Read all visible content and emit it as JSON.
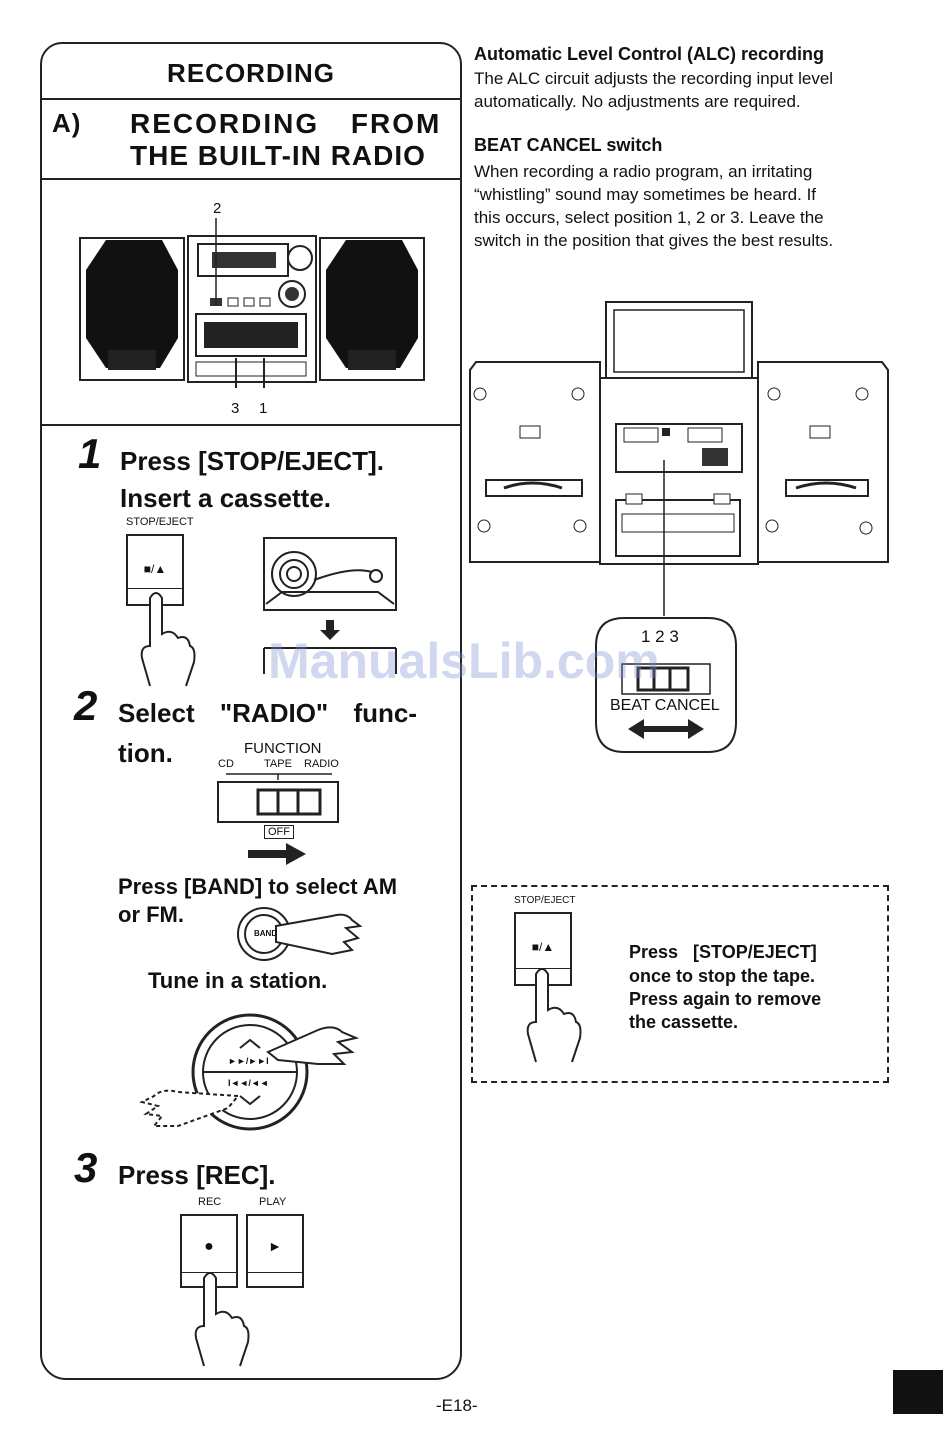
{
  "left": {
    "header": "RECORDING",
    "section_label": "A)",
    "section_title_line1": "RECORDING FROM",
    "section_title_line2": "THE BUILT-IN RADIO",
    "unit_labels": {
      "top": "2",
      "bottom_left": "3",
      "bottom_right": "1"
    },
    "step1": {
      "num": "1",
      "line1": "Press [STOP/EJECT].",
      "line2": "Insert a cassette.",
      "button_label": "STOP/EJECT",
      "button_symbol": "■/▲"
    },
    "step2": {
      "num": "2",
      "line1": "Select \"RADIO\" func-",
      "line2": "tion.",
      "function_label": "FUNCTION",
      "function_options": [
        "CD",
        "TAPE",
        "RADIO"
      ],
      "off_label": "OFF",
      "band_line1": "Press [BAND] to select AM",
      "band_line2": "or FM.",
      "band_button": "BAND",
      "tune_text": "Tune in a station.",
      "tune_up_symbol": "►►/►►I",
      "tune_down_symbol": "I◄◄/◄◄"
    },
    "step3": {
      "num": "3",
      "text": "Press [REC].",
      "rec_label": "REC",
      "play_label": "PLAY",
      "rec_symbol": "●",
      "play_symbol": "►"
    }
  },
  "right": {
    "alc_heading": "Automatic Level Control (ALC) recording",
    "alc_body": [
      "The ALC circuit adjusts the recording input level",
      "automatically. No adjustments are required."
    ],
    "beat_heading": "BEAT CANCEL switch",
    "beat_body": [
      "When recording a radio program, an irritating",
      "“whistling” sound may sometimes be heard. If",
      "this occurs, select position 1, 2 or 3. Leave the",
      "switch in the position that gives the best results."
    ],
    "beat_positions": "1 2 3",
    "beat_label": "BEAT CANCEL",
    "note_button_label": "STOP/EJECT",
    "note_button_symbol": "■/▲",
    "note_lines": [
      "Press   [STOP/EJECT]",
      "once to stop the tape.",
      "Press again to remove",
      "the cassette."
    ]
  },
  "watermark": "ManualsLib.com",
  "page_number": "-E18-"
}
